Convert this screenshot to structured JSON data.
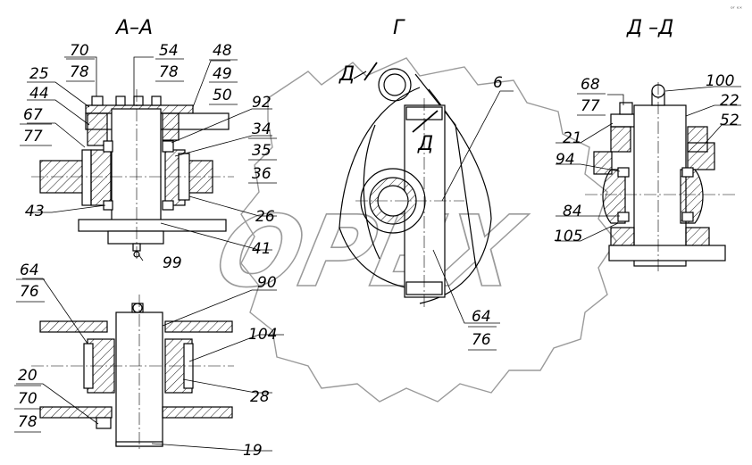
{
  "views": {
    "section_aa": "А–А",
    "view_g": "Г",
    "section_dd": "Д –Д",
    "arrow_d1": "Д",
    "arrow_d2": "Д"
  },
  "labels": {
    "l70a": "70",
    "l78a": "78",
    "l54": "54",
    "l78b": "78",
    "l48": "48",
    "l49": "49",
    "l50": "50",
    "l25": "25",
    "l44": "44",
    "l67": "67",
    "l77a": "77",
    "l92": "92",
    "l34": "34",
    "l35": "35",
    "l36": "36",
    "l43": "43",
    "l26": "26",
    "l41": "41",
    "l99": "99",
    "l64a": "64",
    "l76a": "76",
    "l90": "90",
    "l104": "104",
    "l28": "28",
    "l20": "20",
    "l70b": "70",
    "l78c": "78",
    "l19": "19",
    "l6": "6",
    "l64b": "64",
    "l76b": "76",
    "l68": "68",
    "l77b": "77",
    "l100": "100",
    "l22": "22",
    "l52": "52",
    "l21": "21",
    "l94": "94",
    "l84": "84",
    "l105": "105"
  },
  "watermark": {
    "text": "OPEX"
  },
  "corner_mark": "ᵒʳ ᵉˣ"
}
